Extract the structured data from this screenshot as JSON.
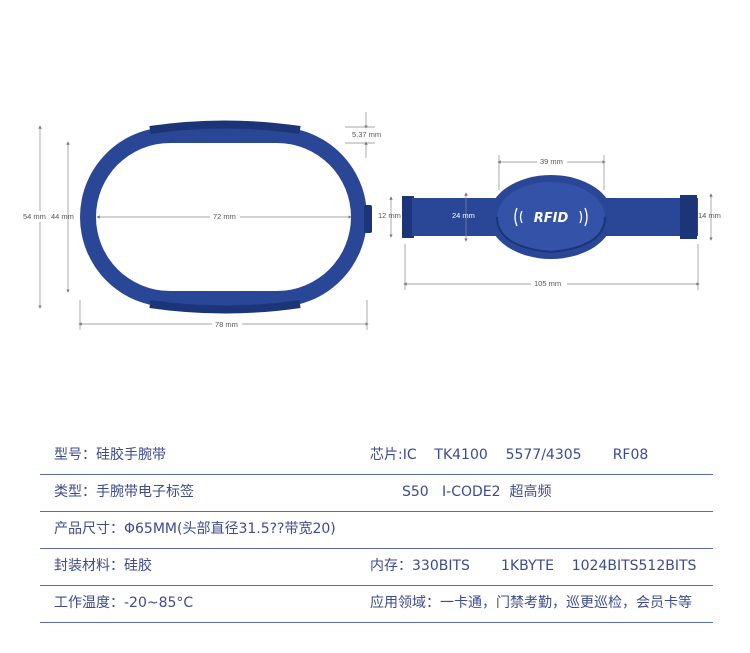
{
  "drawing": {
    "left": {
      "dim_top": "5.37 mm",
      "dim_height_outer": "54 mm",
      "dim_height_inner": "44 mm",
      "dim_inner_width": "72 mm",
      "dim_width": "78 mm"
    },
    "right": {
      "dim_head_width": "39 mm",
      "dim_head_height": "24 mm",
      "dim_strap_left": "12 mm",
      "dim_strap_right": "14 mm",
      "dim_length": "105 mm",
      "logo": "RFID"
    },
    "colors": {
      "band": "#2a4797",
      "band_dark": "#1c3578",
      "band_light": "#3a5bb0"
    }
  },
  "specs": [
    {
      "left": "型号：硅胶手腕带",
      "right": "芯片:IC    TK4100    5577/4305       RF08"
    },
    {
      "left": "类型：手腕带电子标签",
      "right": "S50   I-CODE2  超高频"
    },
    {
      "left": "产品尺寸：Φ65MM(头部直径31.5??带宽20)",
      "right": ""
    },
    {
      "left": "封装材料：硅胶",
      "right": "内存：330BITS       1KBYTE    1024BITS512BITS"
    },
    {
      "left": "工作温度：-20~85°C",
      "right": "应用领域：一卡通，门禁考勤，巡更巡检，会员卡等"
    }
  ]
}
